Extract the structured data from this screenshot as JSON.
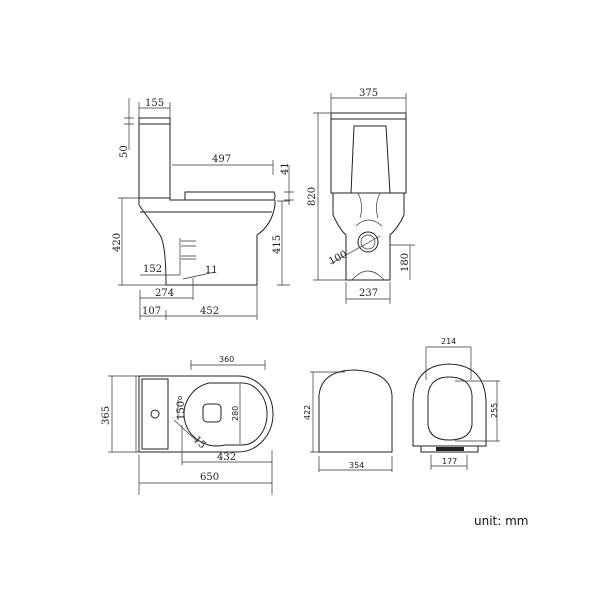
{
  "side_view": {
    "tank_width": "155",
    "tank_lid": "50",
    "seat_length": "497",
    "seat_thickness": "41",
    "height_left": "420",
    "height_right": "415",
    "outlet_height": "152",
    "outlet_to_wall": "274",
    "angle": "11",
    "rear_offset": "107",
    "base_length": "452"
  },
  "front_view": {
    "width": "375",
    "total_height": "820",
    "outlet_diameter": "100",
    "outlet_height": "180",
    "base_width": "237"
  },
  "top_view": {
    "depth": "365",
    "bowl_length": "360",
    "bowl_width": "280",
    "hole_spacing": "150",
    "angle": "15",
    "bowl_to_front": "432",
    "total_length": "650"
  },
  "seat_lid": {
    "height": "422",
    "width": "354"
  },
  "seat_open": {
    "inner_width": "214",
    "inner_height": "255",
    "hinge_width": "177"
  },
  "unit_label": "unit: mm"
}
